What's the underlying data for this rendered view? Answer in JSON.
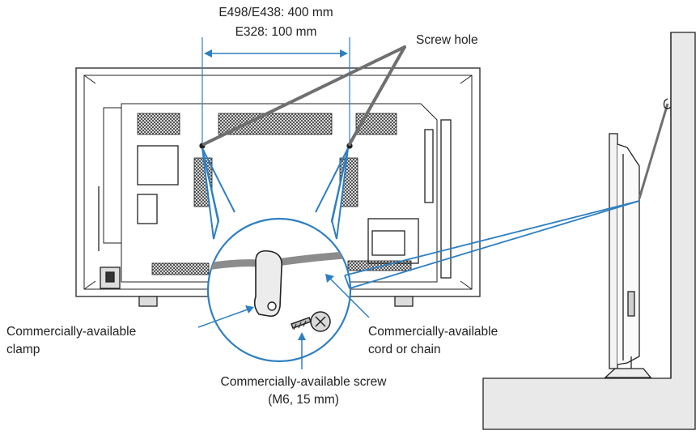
{
  "labels": {
    "dim_line1": "E498/E438: 400 mm",
    "dim_line2": "E328: 100 mm",
    "screw_hole": "Screw hole",
    "clamp_line1": "Commercially-available",
    "clamp_line2": "clamp",
    "cord_line1": "Commercially-available",
    "cord_line2": "cord or chain",
    "screw_line1": "Commercially-available screw",
    "screw_line2": "(M6, 15 mm)"
  },
  "colors": {
    "callout": "#2e7fc1",
    "line": "#222222",
    "cord": "#8c8c8c",
    "wall": "#e9e9e9",
    "vent": "#6a6a6a"
  }
}
